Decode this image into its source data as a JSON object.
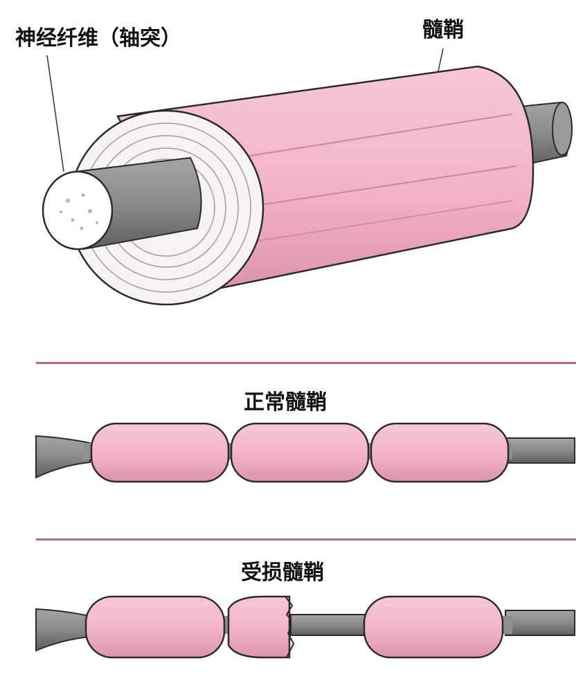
{
  "labels": {
    "axon": "神经纤维（轴突）",
    "myelin": "髓鞘",
    "normal": "正常髓鞘",
    "damaged": "受损髓鞘"
  },
  "colors": {
    "myelin_pink": "#f3b9cc",
    "myelin_shadow": "#d98fa8",
    "axon_gray": "#8c8c8c",
    "axon_dark": "#5e5e5e",
    "outline": "#2a2a2a",
    "divider": "#b56b82"
  }
}
